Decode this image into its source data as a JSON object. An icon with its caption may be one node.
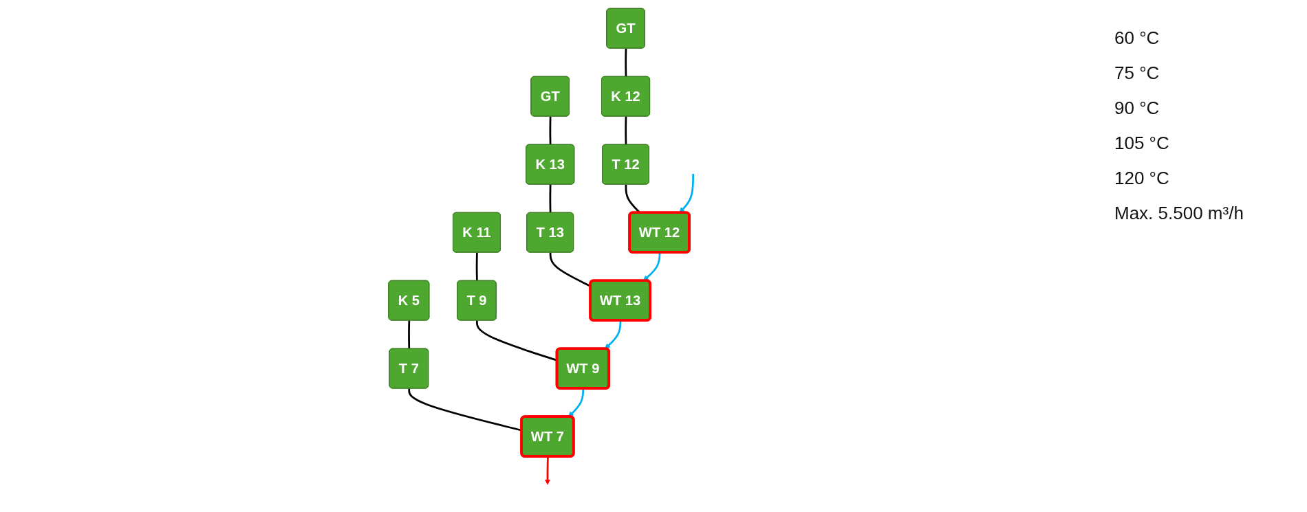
{
  "diagram": {
    "nodes": [
      {
        "text": [
          "GT"
        ]
      },
      {
        "text": [
          "K 12"
        ]
      },
      {
        "text": [
          "T 12"
        ]
      },
      {
        "text": [
          "WT 12"
        ]
      },
      {
        "text": [
          "GT"
        ]
      },
      {
        "text": [
          "K 13"
        ]
      },
      {
        "text": [
          "T 13"
        ]
      },
      {
        "text": [
          "WT 13"
        ]
      },
      {
        "text": [
          "K 11"
        ]
      },
      {
        "text": [
          "T 9"
        ]
      },
      {
        "text": [
          "WT 9"
        ]
      },
      {
        "text": [
          "K 5"
        ]
      },
      {
        "text": [
          "T 7"
        ]
      },
      {
        "text": [
          "WT 7"
        ]
      }
    ],
    "edges": [
      {
        "from": 0,
        "to": 1,
        "arrow": "none"
      },
      {
        "from": 1,
        "to": 2,
        "arrow": "none"
      },
      {
        "from": 2,
        "to": 3,
        "arrow": "none"
      },
      {
        "from": 4,
        "to": 5,
        "arrow": "none"
      },
      {
        "from": 5,
        "to": 6,
        "arrow": "none"
      },
      {
        "from": 6,
        "to": 7,
        "arrow": "none"
      },
      {
        "from": 8,
        "to": 9,
        "arrow": "none"
      },
      {
        "from": 9,
        "to": 10,
        "arrow": "none"
      },
      {
        "from": 11,
        "to": 12,
        "arrow": "none"
      },
      {
        "from": 12,
        "to": 13,
        "arrow": "none"
      },
      {
        "from": null,
        "to": 3,
        "arrow": "to",
        "color": "#00b0f0"
      },
      {
        "from": 3,
        "to": 7,
        "arrow": "to",
        "color": "#00b0f0"
      },
      {
        "from": 7,
        "to": 10,
        "arrow": "to",
        "color": "#00b0f0"
      },
      {
        "from": 10,
        "to": 13,
        "arrow": "to",
        "color": "#00b0f0"
      },
      {
        "from": 13,
        "to": null,
        "arrow": "to",
        "color": "#ff0000"
      }
    ],
    "labels": [
      "60 °C",
      "75 °C",
      "90 °C",
      "105 °C",
      "120 °C",
      "Max. 5.500 m³/h"
    ]
  }
}
